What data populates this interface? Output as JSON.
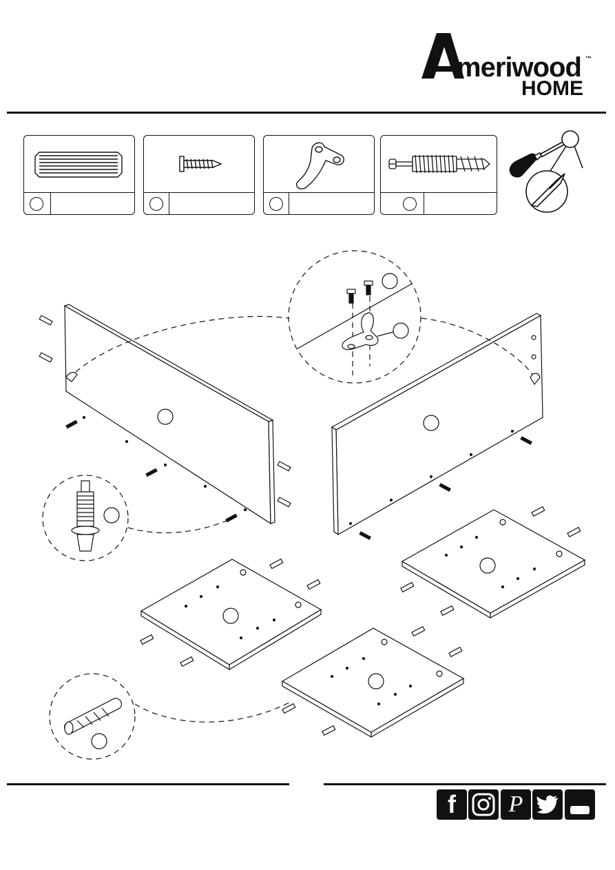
{
  "brand": {
    "name_letter": "A",
    "name_rest": "meriwood",
    "trademark": "™",
    "sub": "HOME"
  },
  "parts": [
    {
      "id": "part-1",
      "icon": "dowel-icon",
      "label": ""
    },
    {
      "id": "part-2",
      "icon": "screw-icon",
      "label": ""
    },
    {
      "id": "part-3",
      "icon": "hook-icon",
      "label": ""
    },
    {
      "id": "part-4",
      "icon": "cam-bolt-icon",
      "label": ""
    }
  ],
  "tool": {
    "icon": "phillips-screwdriver-icon"
  },
  "social": [
    {
      "icon": "facebook-icon",
      "glyph": "f"
    },
    {
      "icon": "instagram-icon",
      "glyph": ""
    },
    {
      "icon": "pinterest-icon",
      "glyph": "P"
    },
    {
      "icon": "twitter-icon",
      "glyph": ""
    },
    {
      "icon": "youtube-icon",
      "glyph": ""
    }
  ],
  "colors": {
    "ink": "#111111",
    "paper": "#ffffff"
  }
}
